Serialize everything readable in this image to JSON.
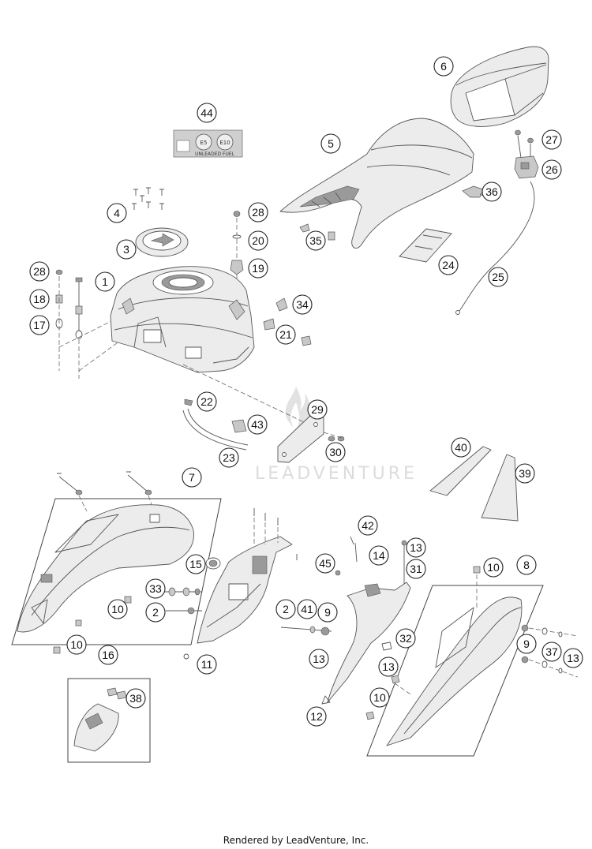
{
  "diagram": {
    "callouts": [
      "6",
      "44",
      "5",
      "27",
      "26",
      "36",
      "4",
      "28",
      "20",
      "3",
      "35",
      "24",
      "19",
      "28",
      "1",
      "25",
      "18",
      "34",
      "17",
      "21",
      "22",
      "29",
      "43",
      "40",
      "30",
      "23",
      "39",
      "7",
      "42",
      "13",
      "14",
      "45",
      "15",
      "8",
      "10",
      "31",
      "33",
      "2",
      "41",
      "9",
      "10",
      "2",
      "32",
      "9",
      "10",
      "37",
      "13",
      "16",
      "13",
      "11",
      "13",
      "38",
      "10",
      "12"
    ],
    "sticker": {
      "e5": "E5",
      "e10": "E10",
      "text": "UNLEADED FUEL"
    },
    "watermark": "LEADVENTURE"
  },
  "footer": "Rendered by LeadVenture, Inc."
}
